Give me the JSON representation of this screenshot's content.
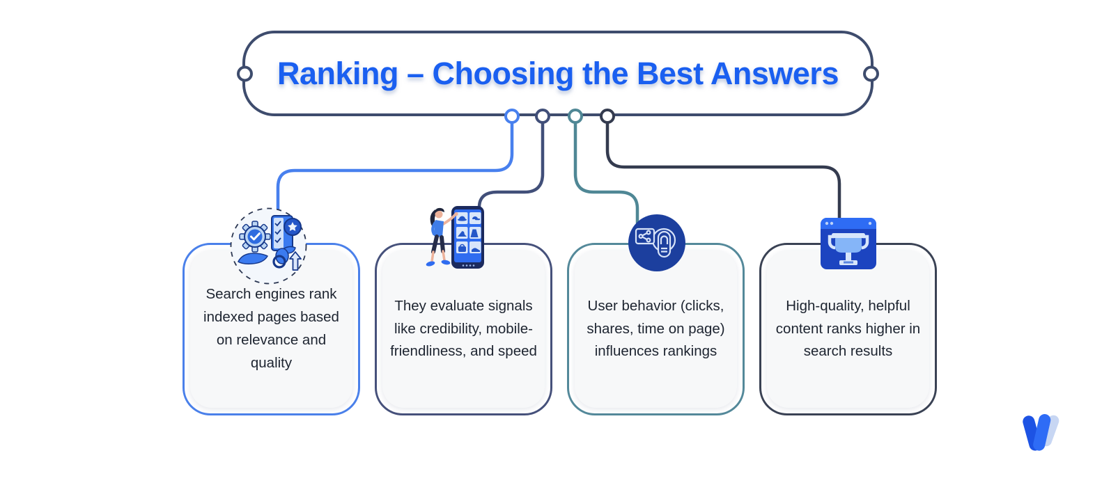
{
  "title": {
    "text": "Ranking – Choosing the Best Answers",
    "text_color": "#1a5ff0",
    "frame_color": "#3e4c6d"
  },
  "cards": [
    {
      "icon": "quality-check-illustration",
      "text": "Search engines rank indexed pages based on relevance and quality",
      "border_color": "#4a80ea",
      "connector_color": "#4880ee"
    },
    {
      "icon": "mobile-shopping-illustration",
      "text": "They evaluate signals like credibility, mobile-friendliness, and speed",
      "border_color": "#46517b",
      "connector_color": "#414f79"
    },
    {
      "icon": "touch-share-icon",
      "text": "User behavior (clicks, shares, time on page) influences rankings",
      "border_color": "#54899a",
      "connector_color": "#4f8795"
    },
    {
      "icon": "trophy-browser-icon",
      "text": "High-quality, helpful content ranks higher in search results",
      "border_color": "#3a4254",
      "connector_color": "#343b4f"
    }
  ],
  "card_background": "#f7f8f9",
  "logo": {
    "name": "w-logo",
    "colors": [
      "#1d53e4",
      "#2e6cf6",
      "#c7d6f3"
    ]
  }
}
